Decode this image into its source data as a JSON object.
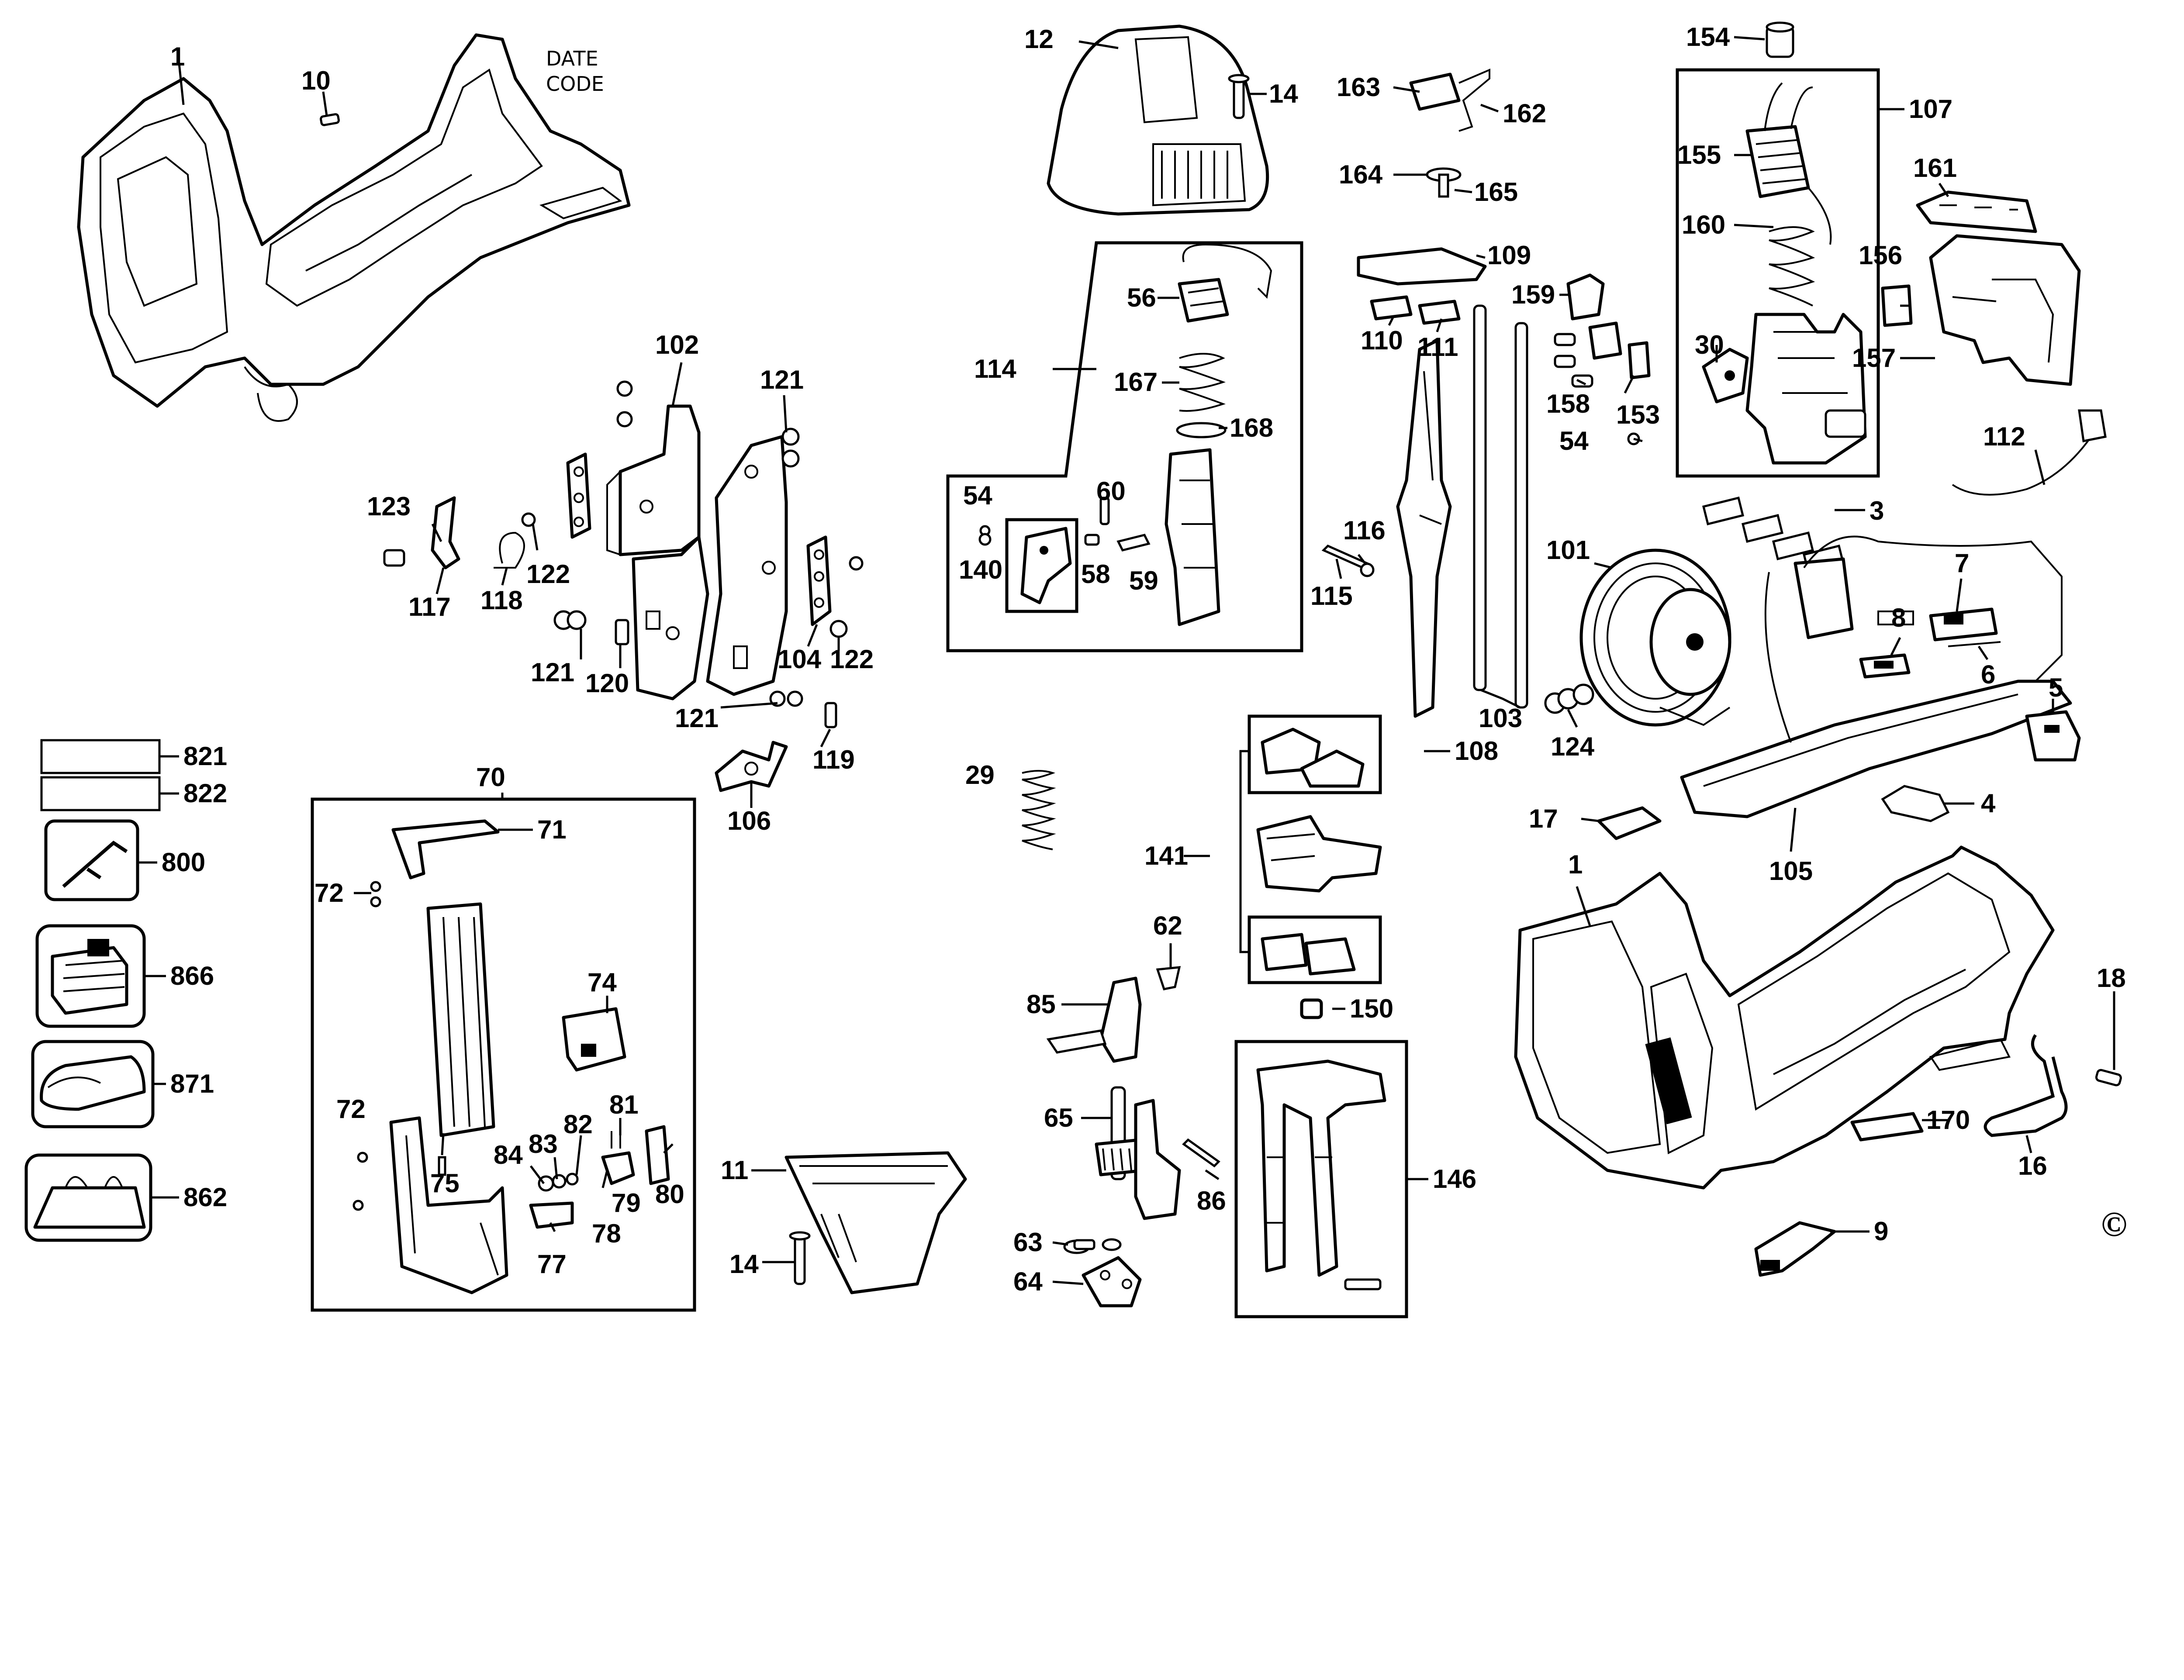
{
  "diagram": {
    "date_code": [
      "DATE",
      "CODE"
    ],
    "copyright": "©",
    "callouts": {
      "p1a": "1",
      "p10": "10",
      "p12": "12",
      "p14a": "14",
      "p14b": "14",
      "p163": "163",
      "p162": "162",
      "p164": "164",
      "p165": "165",
      "p154": "154",
      "p107": "107",
      "p155": "155",
      "p160": "160",
      "p30": "30",
      "p161": "161",
      "p156": "156",
      "p157": "157",
      "p112": "112",
      "p102": "102",
      "p121a": "121",
      "p121b": "121",
      "p121c": "121",
      "p123": "123",
      "p117": "117",
      "p118": "118",
      "p122a": "122",
      "p122b": "122",
      "p120": "120",
      "p104": "104",
      "p119": "119",
      "p106": "106",
      "p114": "114",
      "p56": "56",
      "p167": "167",
      "p168": "168",
      "p54a": "54",
      "p140": "140",
      "p60": "60",
      "p58": "58",
      "p59": "59",
      "p109": "109",
      "p110": "110",
      "p111": "111",
      "p116": "116",
      "p115": "115",
      "p103": "103",
      "p108": "108",
      "p159": "159",
      "p158": "158",
      "p153": "153",
      "p54b": "54",
      "p3": "3",
      "p101": "101",
      "p124": "124",
      "p8": "8",
      "p7": "7",
      "p6": "6",
      "p5": "5",
      "p4": "4",
      "p105": "105",
      "p17": "17",
      "p1b": "1",
      "p18": "18",
      "p170": "170",
      "p16": "16",
      "p9": "9",
      "p821": "821",
      "p822": "822",
      "p800": "800",
      "p866": "866",
      "p871": "871",
      "p862": "862",
      "p70": "70",
      "p71": "71",
      "p72a": "72",
      "p72b": "72",
      "p74": "74",
      "p81": "81",
      "p82": "82",
      "p83": "83",
      "p84": "84",
      "p75": "75",
      "p79": "79",
      "p80": "80",
      "p78": "78",
      "p77": "77",
      "p11": "11",
      "p29": "29",
      "p141": "141",
      "p62": "62",
      "p85": "85",
      "p150": "150",
      "p65": "65",
      "p86": "86",
      "p63": "63",
      "p64": "64",
      "p146": "146"
    }
  }
}
